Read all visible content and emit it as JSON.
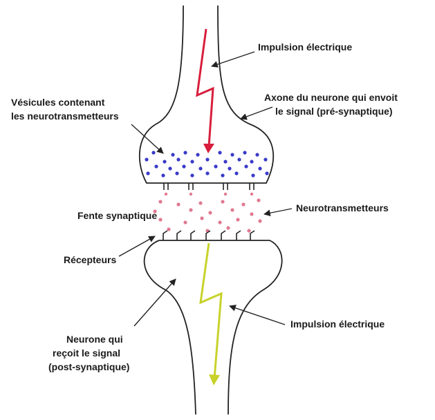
{
  "labels": {
    "impulse_top": "Impulsion électrique",
    "vesicles_line1": "Vésicules contenant",
    "vesicles_line2": "les neurotransmetteurs",
    "axon_line1": "Axone du neurone qui envoit",
    "axon_line2": "le signal (pré-synaptique)",
    "cleft": "Fente synaptique",
    "neurotransmitters": "Neurotransmetteurs",
    "receptors": "Récepteurs",
    "impulse_bottom": "Impulsion électrique",
    "receiver_line1": "Neurone qui",
    "receiver_line2": "reçoit le signal",
    "receiver_line3": "(post-synaptique)"
  },
  "colors": {
    "outline": "#222222",
    "vesicle": "#3a3ac8",
    "neurotransmitter": "#e07a90",
    "impulse_pre": "#d81e3c",
    "impulse_post": "#c8d22a"
  }
}
